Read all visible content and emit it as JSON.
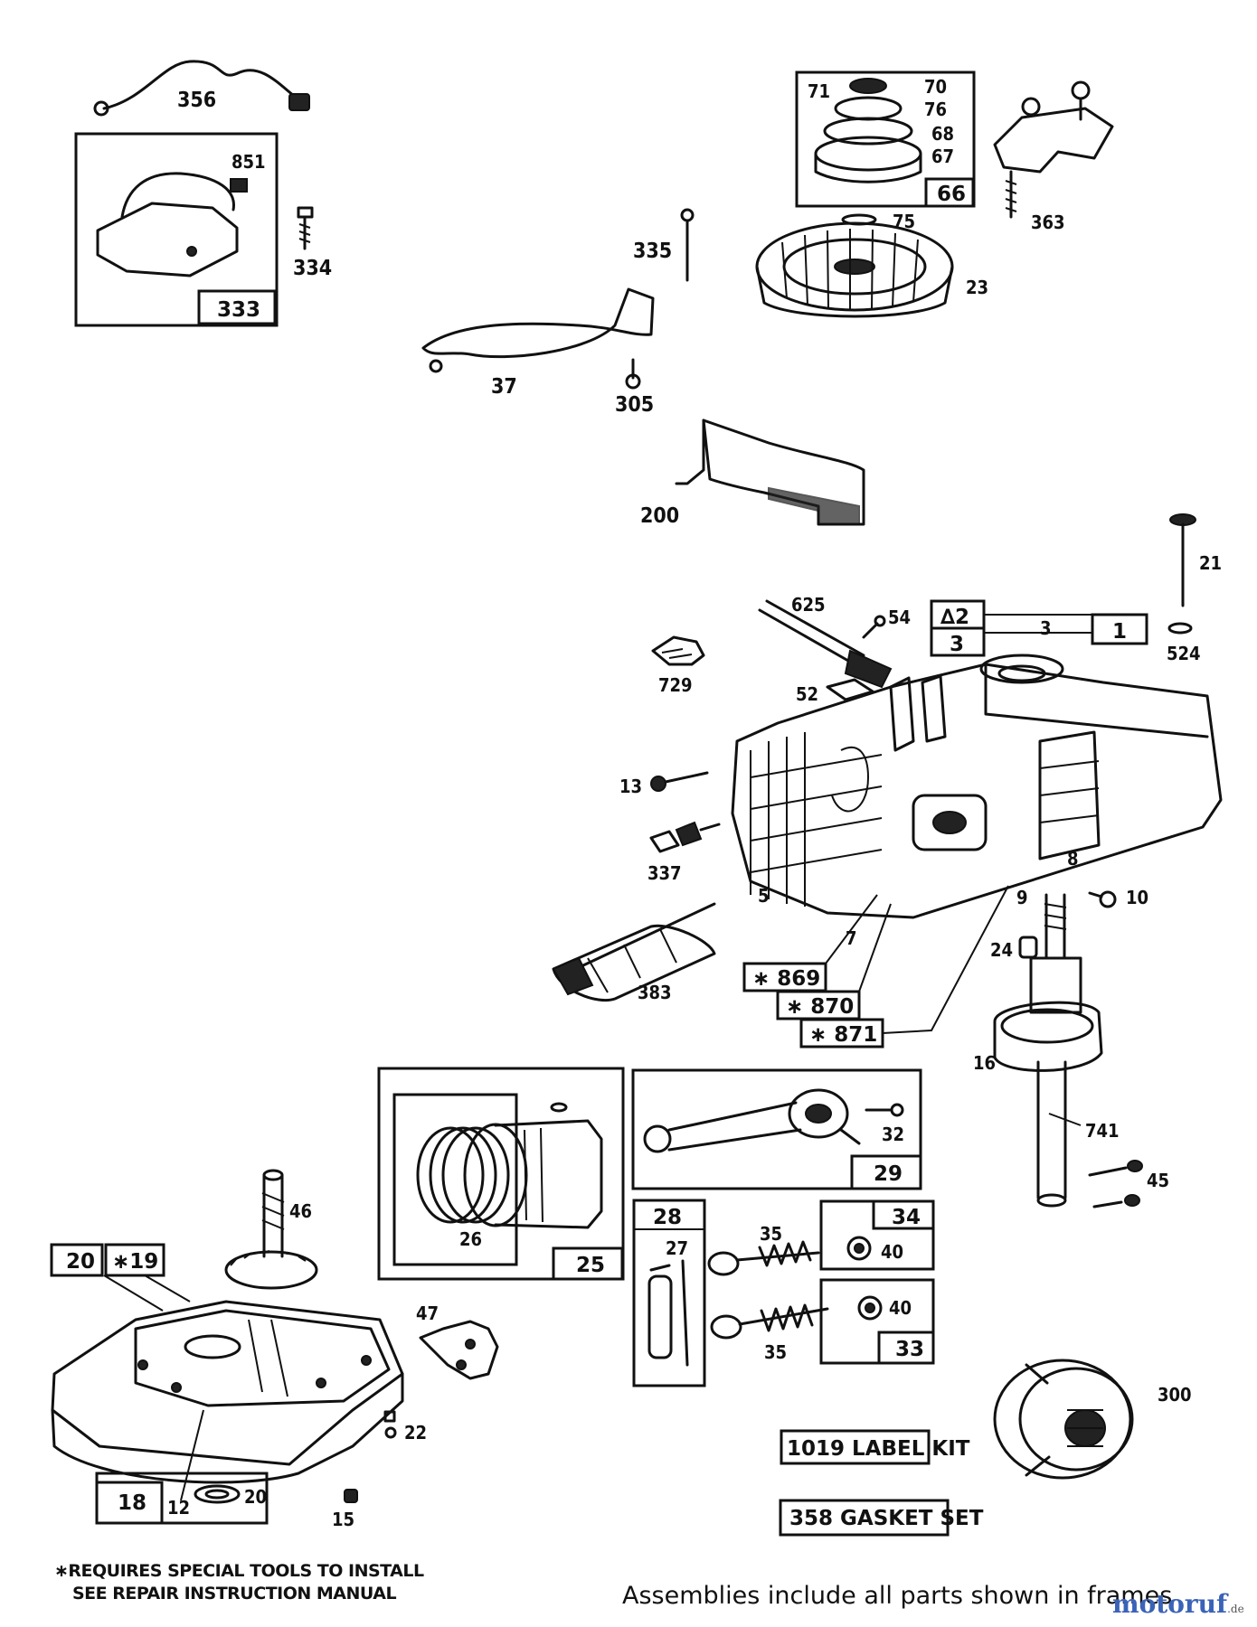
{
  "callouts": {
    "c356": "356",
    "c851": "851",
    "c334": "334",
    "c333": "333",
    "c335": "335",
    "c37": "37",
    "c305": "305",
    "c71": "71",
    "c70": "70",
    "c76": "76",
    "c68": "68",
    "c67": "67",
    "c66": "66",
    "c75": "75",
    "c23": "23",
    "c363": "363",
    "c200": "200",
    "c21": "21",
    "c625": "625",
    "c54": "54",
    "c2": "∆2",
    "c3a": "3",
    "c3b": "3",
    "c1": "1",
    "c524": "524",
    "c729": "729",
    "c52": "52",
    "c13": "13",
    "c337": "337",
    "c8": "8",
    "c5": "5",
    "c7": "7",
    "c9": "9",
    "c10": "10",
    "c24": "24",
    "c383": "383",
    "c869": "∗ 869",
    "c870": "∗ 870",
    "c871": "∗ 871",
    "c16": "16",
    "c741": "741",
    "c45": "45",
    "c26": "26",
    "c25": "25",
    "c32": "32",
    "c29": "29",
    "c28": "28",
    "c27": "27",
    "c34": "34",
    "c35a": "35",
    "c40a": "40",
    "c40b": "40",
    "c35b": "35",
    "c33": "33",
    "c46": "46",
    "c20a": "20",
    "c19": "∗19",
    "c47": "47",
    "c22": "22",
    "c18": "18",
    "c12": "12",
    "c20b": "20",
    "c15": "15",
    "c300": "300",
    "c1019": "1019 LABEL KIT",
    "c358": "358  GASKET SET"
  },
  "notes": {
    "line1": "∗REQUIRES SPECIAL TOOLS TO INSTALL",
    "line2": "SEE REPAIR INSTRUCTION MANUAL"
  },
  "footer": "Assemblies include all parts shown in frames",
  "watermark": {
    "main": "motoruf",
    "suffix": ".de"
  }
}
